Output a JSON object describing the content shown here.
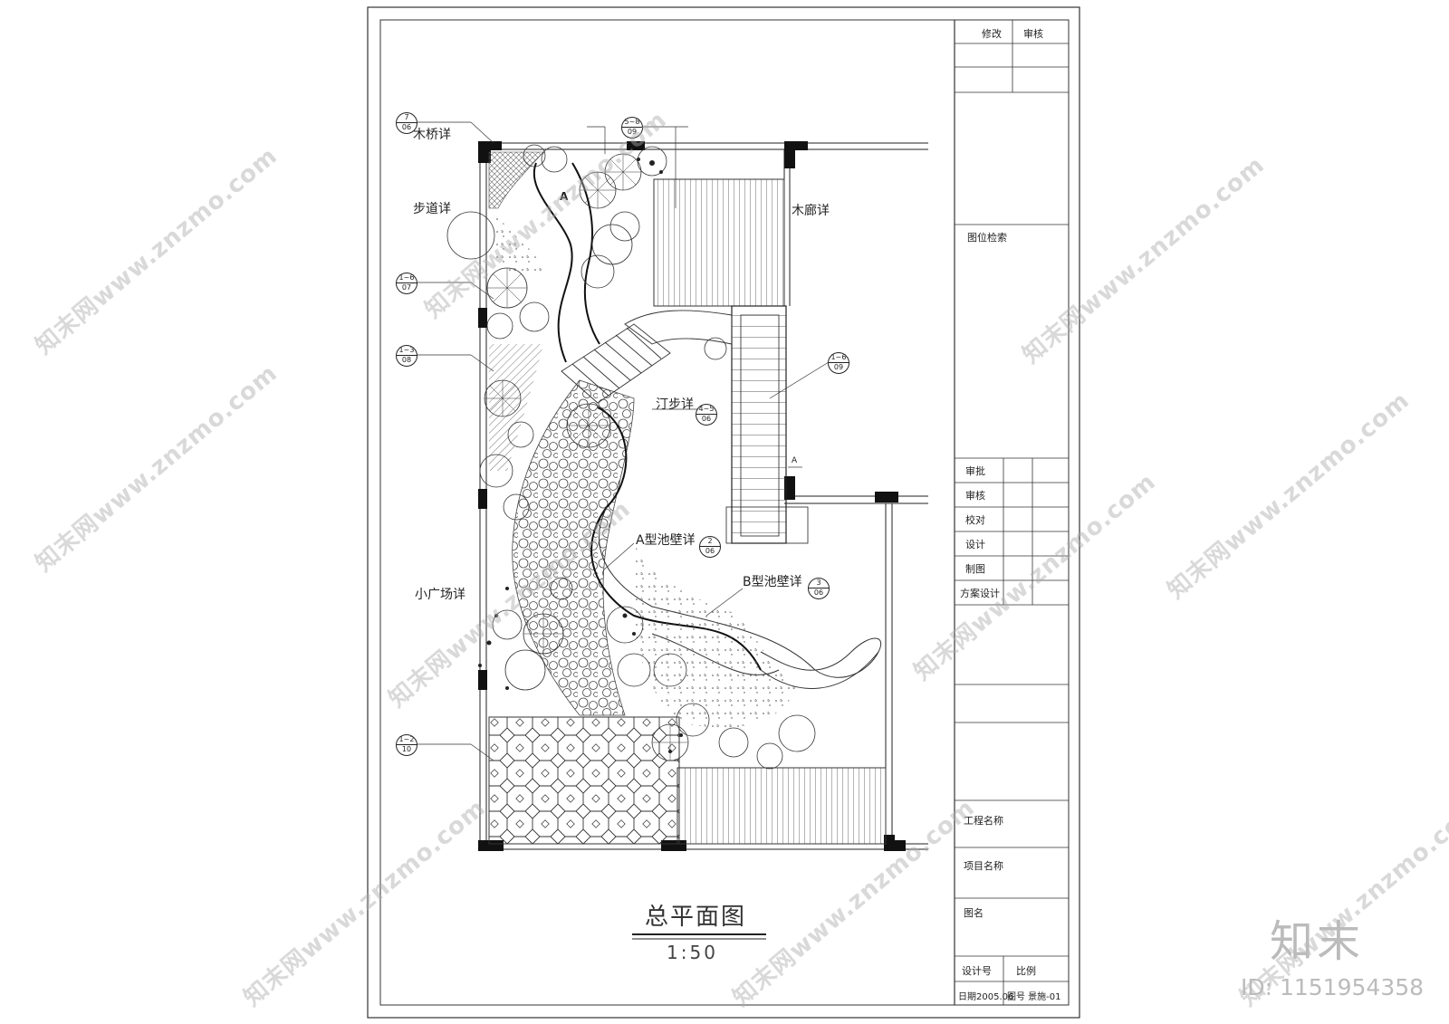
{
  "drawing": {
    "title": "总平面图",
    "scale": "1:50"
  },
  "callouts": [
    {
      "id": "bridge",
      "label": "木桥详",
      "ref_top": "7",
      "ref_bottom": "06"
    },
    {
      "id": "path",
      "label": "步道详"
    },
    {
      "id": "corridor",
      "label": "木廊详"
    },
    {
      "id": "stepping",
      "label": "汀步详",
      "ref_top": "4~5",
      "ref_bottom": "06"
    },
    {
      "id": "poolwall-a",
      "label": "A型池壁详",
      "ref_top": "2",
      "ref_bottom": "06"
    },
    {
      "id": "poolwall-b",
      "label": "B型池壁详",
      "ref_top": "3",
      "ref_bottom": "06"
    },
    {
      "id": "plaza",
      "label": "小广场详"
    }
  ],
  "refs": [
    {
      "id": "r-top",
      "top": "5~8",
      "bottom": "09"
    },
    {
      "id": "r-07",
      "top": "1~6",
      "bottom": "07"
    },
    {
      "id": "r-08",
      "top": "1~3",
      "bottom": "08"
    },
    {
      "id": "r-09",
      "top": "1~6",
      "bottom": "09"
    },
    {
      "id": "r-10",
      "top": "1~2",
      "bottom": "10"
    }
  ],
  "marks": {
    "section_a": "A",
    "section_a2": "A"
  },
  "title_block": {
    "revise": "修改",
    "review": "审核",
    "index": "图位检索",
    "sign_rows": [
      "审批",
      "审核",
      "校对",
      "设计",
      "制图",
      "方案设计"
    ],
    "project_name": "工程名称",
    "item_name": "项目名称",
    "drawing_name": "图名",
    "design_no": "设计号",
    "ratio": "比例",
    "date": "日期2005.06",
    "drawing_no": "图号 景施-01"
  },
  "brand": {
    "logo": "知末",
    "id": "ID: 1151954358"
  },
  "watermark": {
    "text": "知末网www.znzmo.com"
  }
}
